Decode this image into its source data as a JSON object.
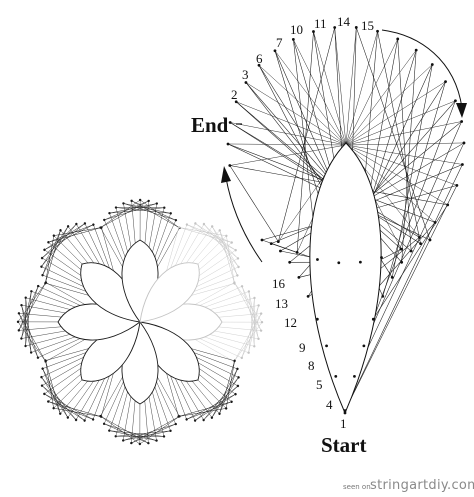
{
  "labels": {
    "end": "End",
    "start": "Start"
  },
  "petal_pins": [
    "16",
    "13",
    "12",
    "9",
    "8",
    "5",
    "4",
    "1",
    "2",
    "3",
    "6",
    "7",
    "10",
    "11",
    "14",
    "15"
  ],
  "watermark": {
    "prefix": "seen on",
    "site": "stringartdiy.com"
  },
  "colors": {
    "string": "#111111",
    "faded_string": "#bbbbbb",
    "arrow": "#111111"
  }
}
